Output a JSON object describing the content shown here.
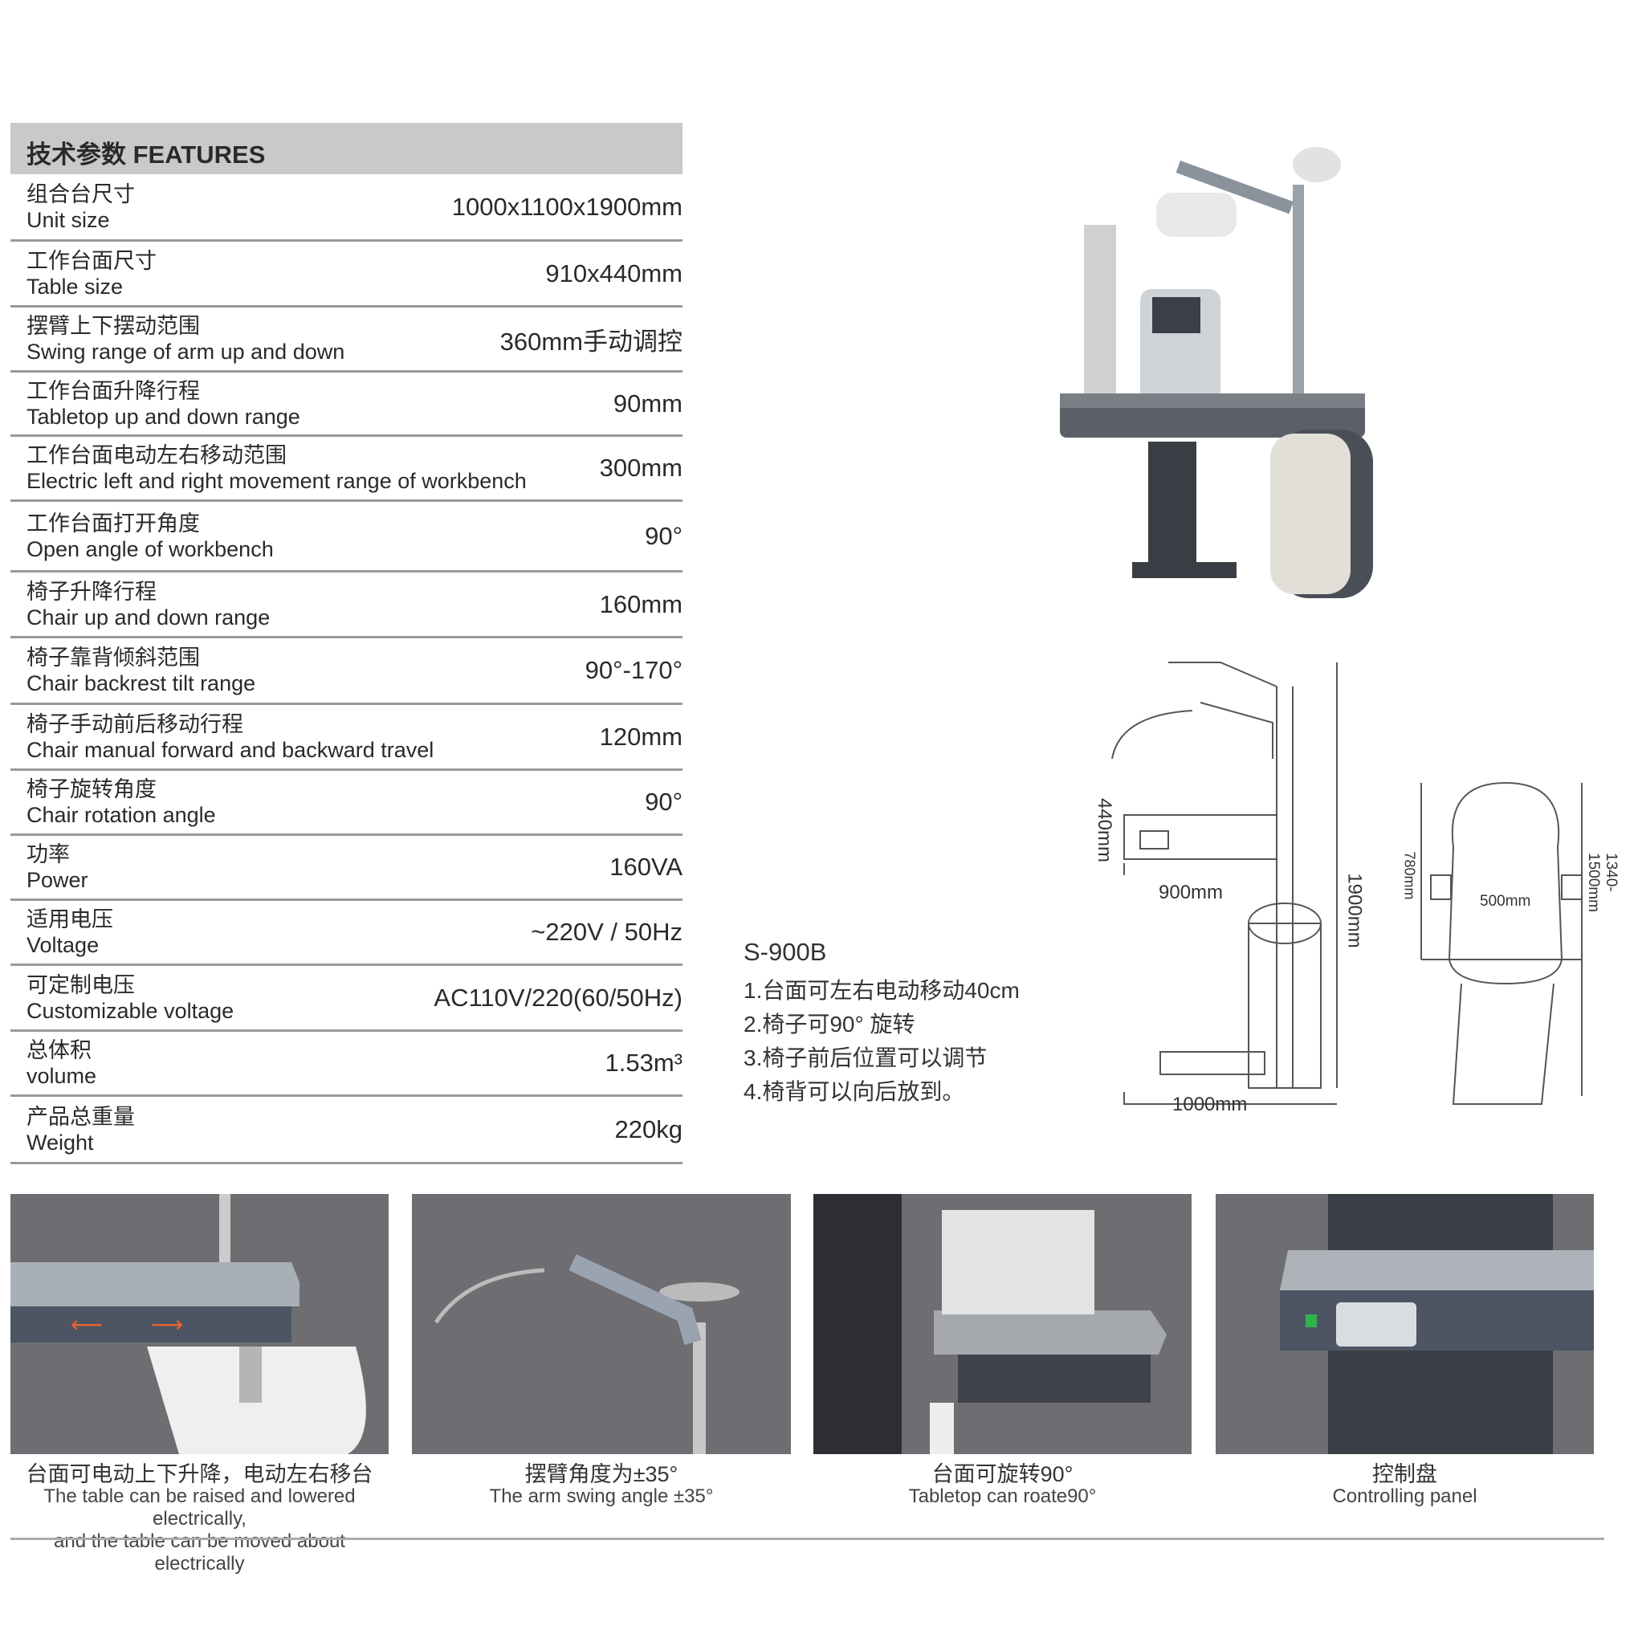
{
  "header": "技术参数 FEATURES",
  "specs": [
    {
      "cn": "组合台尺寸",
      "en": "Unit size",
      "value": "1000x1100x1900mm"
    },
    {
      "cn": "工作台面尺寸",
      "en": "Table size",
      "value": "910x440mm"
    },
    {
      "cn": "摆臂上下摆动范围",
      "en": "Swing range of arm up and down",
      "value": "360mm手动调控"
    },
    {
      "cn": "工作台面升降行程",
      "en": "Tabletop up and down range",
      "value": "90mm"
    },
    {
      "cn": "工作台面电动左右移动范围",
      "en": "Electric left and right movement range of workbench",
      "value": "300mm"
    },
    {
      "cn": "工作台面打开角度",
      "en": "Open angle of workbench",
      "value": "90°"
    },
    {
      "cn": "椅子升降行程",
      "en": "Chair up and down range",
      "value": "160mm"
    },
    {
      "cn": "椅子靠背倾斜范围",
      "en": "Chair backrest tilt range",
      "value": "90°-170°"
    },
    {
      "cn": "椅子手动前后移动行程",
      "en": "Chair manual forward and backward travel",
      "value": "120mm"
    },
    {
      "cn": "椅子旋转角度",
      "en": "Chair rotation angle",
      "value": "90°"
    },
    {
      "cn": "功率",
      "en": "Power",
      "value": "160VA"
    },
    {
      "cn": "适用电压",
      "en": "Voltage",
      "value": "~220V / 50Hz"
    },
    {
      "cn": "可定制电压",
      "en": "Customizable voltage",
      "value": "AC110V/220(60/50Hz)"
    },
    {
      "cn": "总体积",
      "en": "volume",
      "value": "1.53m³"
    },
    {
      "cn": "产品总重量",
      "en": "Weight",
      "value": "220kg"
    }
  ],
  "model": "S-900B",
  "notes": [
    "1.台面可左右电动移动40cm",
    "2.椅子可90°  旋转",
    "3.椅子前后位置可以调节",
    "4.椅背可以向后放到。"
  ],
  "diagram": {
    "d440": "440mm",
    "d900": "900mm",
    "d1900": "1900mm",
    "d1000": "1000mm",
    "d780": "780mm",
    "d500": "500mm",
    "d1340": "1340-1500mm"
  },
  "photos": [
    {
      "cn": "台面可电动上下升降，电动左右移台",
      "en": "The table can be raised and lowered electrically,",
      "en2": "and the table can be moved about electrically"
    },
    {
      "cn": "摆臂角度为±35°",
      "en": "The arm swing angle ±35°"
    },
    {
      "cn": "台面可旋转90°",
      "en": "Tabletop can roate90°"
    },
    {
      "cn": "控制盘",
      "en": "Controlling panel"
    }
  ]
}
